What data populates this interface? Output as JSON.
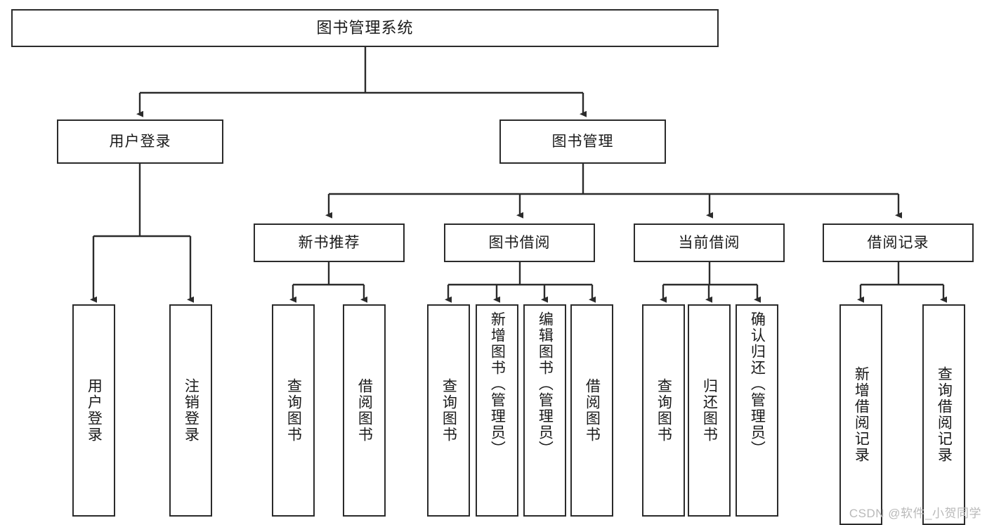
{
  "diagram": {
    "title": "图书管理系统",
    "watermark": "CSDN @软件_小贺同学",
    "line_color": "#2b2b2b",
    "text_color": "#1a1a1a",
    "background": "#ffffff",
    "root": {
      "label": "图书管理系统"
    },
    "level1": [
      {
        "label": "用户登录"
      },
      {
        "label": "图书管理"
      }
    ],
    "level2": [
      {
        "label": "新书推荐"
      },
      {
        "label": "图书借阅"
      },
      {
        "label": "当前借阅"
      },
      {
        "label": "借阅记录"
      }
    ],
    "leaves": {
      "user_login": [
        {
          "label": "用户登录"
        },
        {
          "label": "注销登录"
        }
      ],
      "new_book_recommend": [
        {
          "label": "查询图书"
        },
        {
          "label": "借阅图书"
        }
      ],
      "book_borrow": [
        {
          "label": "查询图书"
        },
        {
          "label": "新增图书（管理员）"
        },
        {
          "label": "编辑图书（管理员）"
        },
        {
          "label": "借阅图书"
        }
      ],
      "current_borrow": [
        {
          "label": "查询图书"
        },
        {
          "label": "归还图书"
        },
        {
          "label": "确认归还（管理员）"
        }
      ],
      "borrow_record": [
        {
          "label": "新增借阅记录"
        },
        {
          "label": "查询借阅记录"
        }
      ]
    }
  }
}
